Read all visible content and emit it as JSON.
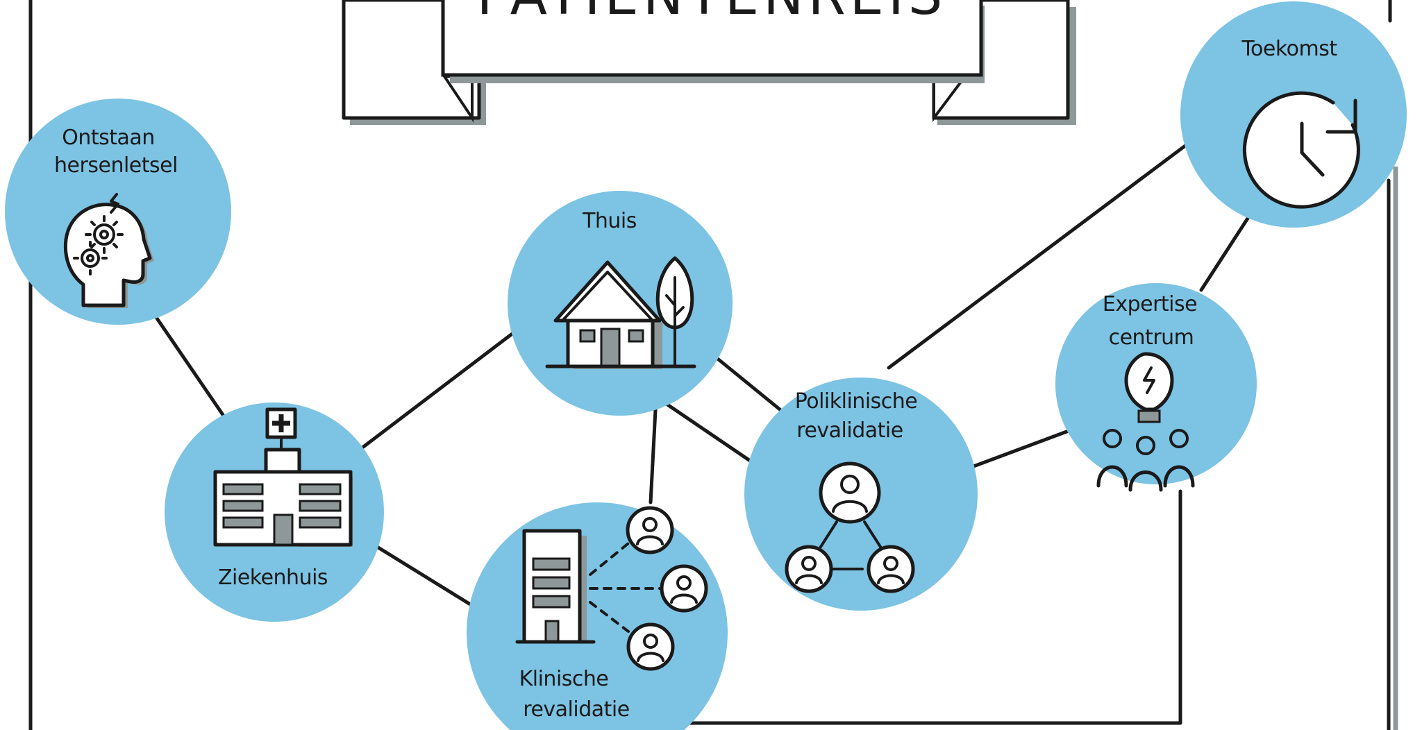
{
  "title": "PATIENTENREIS",
  "colors": {
    "circle": "#7dc3e3",
    "ink": "#1a1a1a",
    "shadow": "#8f9898"
  },
  "nodes": [
    {
      "id": "ontstaan",
      "label_lines": [
        "Ontstaan",
        "hersenletsel"
      ],
      "icon": "head-gears-icon"
    },
    {
      "id": "ziekenhuis",
      "label_lines": [
        "Ziekenhuis"
      ],
      "icon": "hospital-icon"
    },
    {
      "id": "thuis",
      "label_lines": [
        "Thuis"
      ],
      "icon": "house-tree-icon"
    },
    {
      "id": "klinische",
      "label_lines": [
        "Klinische",
        "revalidatie"
      ],
      "icon": "building-people-icon"
    },
    {
      "id": "poliklinische",
      "label_lines": [
        "Poliklinische",
        "revalidatie"
      ],
      "icon": "people-network-icon"
    },
    {
      "id": "expertise",
      "label_lines": [
        "Expertise",
        "centrum"
      ],
      "icon": "lightbulb-team-icon"
    },
    {
      "id": "toekomst",
      "label_lines": [
        "Toekomst"
      ],
      "icon": "clock-icon"
    }
  ]
}
